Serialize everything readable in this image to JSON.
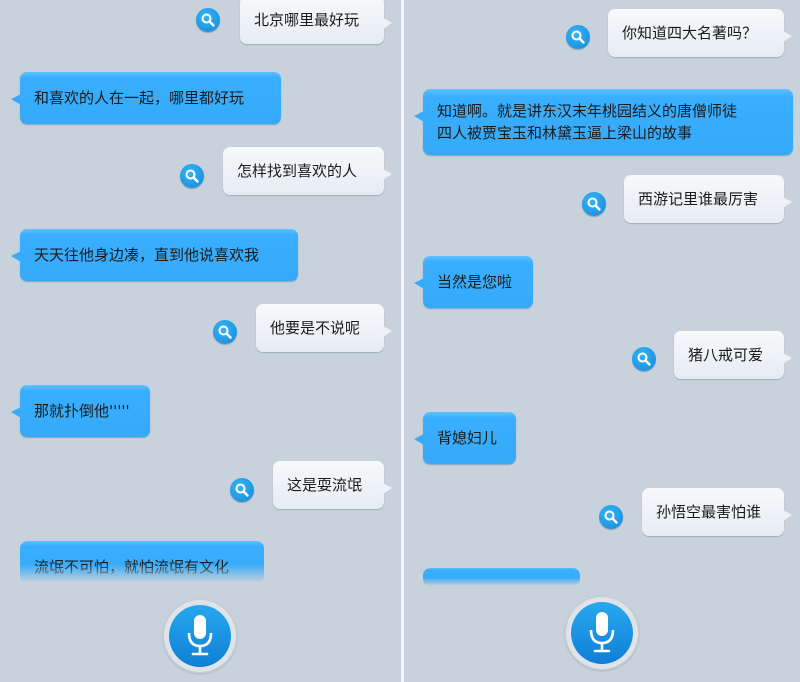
{
  "colors": {
    "background": "#c8d2dc",
    "bot_bubble": "#3aaeff",
    "user_bubble": "#eef2f6",
    "search_icon": "#1c97e6",
    "mic_button": "#1a94e2"
  },
  "left_panel": {
    "messages": [
      {
        "role": "user",
        "text": "北京哪里最好玩"
      },
      {
        "role": "bot",
        "text": "和喜欢的人在一起，哪里都好玩"
      },
      {
        "role": "user",
        "text": "怎样找到喜欢的人"
      },
      {
        "role": "bot",
        "text": "天天往他身边凑，直到他说喜欢我"
      },
      {
        "role": "user",
        "text": "他要是不说呢"
      },
      {
        "role": "bot",
        "text": "那就扑倒他'''''"
      },
      {
        "role": "user",
        "text": "这是耍流氓"
      },
      {
        "role": "bot",
        "text": "流氓不可怕，就怕流氓有文化"
      }
    ],
    "mic_icon": "microphone-icon"
  },
  "right_panel": {
    "messages": [
      {
        "role": "user",
        "text": "你知道四大名著吗？"
      },
      {
        "role": "bot",
        "text_line1": "知道啊。就是讲东汉末年桃园结义的唐僧师徒",
        "text_line2": "四人被贾宝玉和林黛玉逼上梁山的故事"
      },
      {
        "role": "user",
        "text": "西游记里谁最厉害"
      },
      {
        "role": "bot",
        "text": "当然是您啦"
      },
      {
        "role": "user",
        "text": "猪八戒可爱"
      },
      {
        "role": "bot",
        "text": "背媳妇儿"
      },
      {
        "role": "user",
        "text": "孙悟空最害怕谁"
      },
      {
        "role": "bot",
        "text": ""
      }
    ],
    "mic_icon": "microphone-icon"
  }
}
